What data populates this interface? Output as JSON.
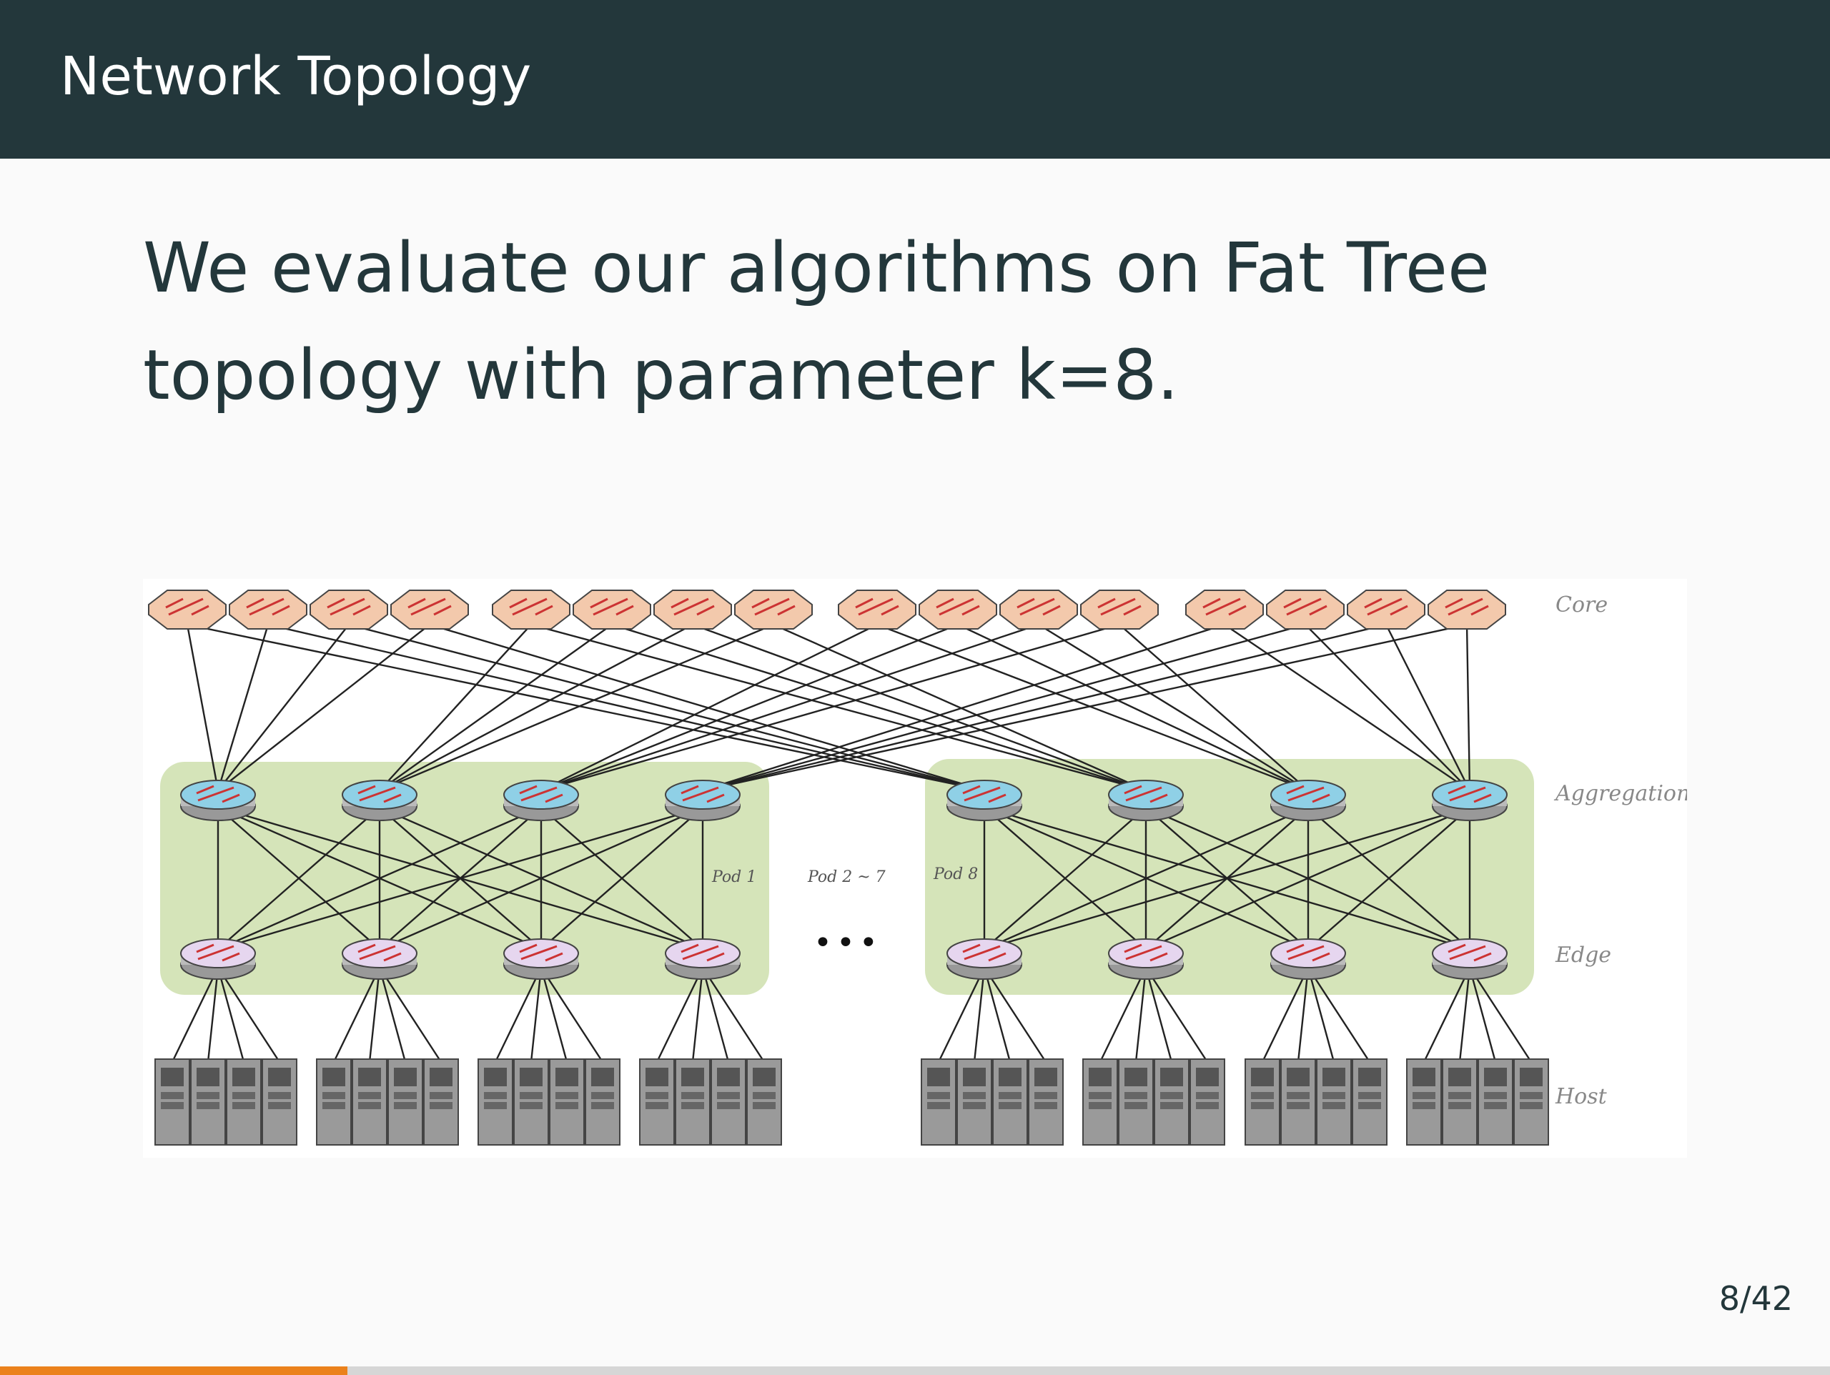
{
  "slide": {
    "title": "Network Topology",
    "body": "We evaluate our algorithms on Fat Tree topology with parameter k=8.",
    "page_number": "8/42",
    "progress": 0.19
  },
  "figure": {
    "layer_labels": {
      "core": "Core",
      "aggregation": "Aggregation",
      "edge": "Edge",
      "host": "Host"
    },
    "pod_labels": {
      "first": "Pod 1",
      "middle": "Pod 2 ~ 7",
      "last": "Pod 8"
    },
    "ellipsis": "•••",
    "colors": {
      "core": "#f3c9ac",
      "aggregation": "#8fd0e6",
      "edge": "#e6d6ef",
      "pod_background": "#d5e4b9",
      "host": "#9a9a9a"
    }
  }
}
